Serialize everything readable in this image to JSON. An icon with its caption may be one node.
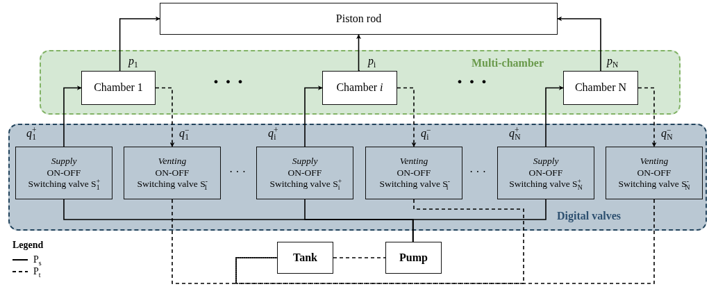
{
  "diagram": {
    "nodes": [
      {
        "text": [
          "Piston rod"
        ]
      },
      {
        "text": [
          "Multi-chamber"
        ]
      },
      {
        "text": [
          "Chamber 1"
        ],
        "in": 1
      },
      {
        "text": [
          "Chamber *i*"
        ],
        "in": 1
      },
      {
        "text": [
          "Chamber N"
        ],
        "in": 1
      },
      {
        "text": [
          "Digital valves"
        ]
      },
      {
        "text": [
          "Supply",
          "ON-OFF",
          "Switching valve S$^{+}$$_{1}$"
        ],
        "in": 5
      },
      {
        "text": [
          "Venting",
          "ON-OFF",
          "Switching valve S$^{-}$$_{1}$"
        ],
        "in": 5
      },
      {
        "text": [
          "Supply",
          "ON-OFF",
          "Switching valve S$^{+}$$_{i}$"
        ],
        "in": 5
      },
      {
        "text": [
          "Venting",
          "ON-OFF",
          "Switching valve S$^{-}$$_{i}$"
        ],
        "in": 5
      },
      {
        "text": [
          "Supply",
          "ON-OFF",
          "Switching valve S$^{+}$$_{N}$"
        ],
        "in": 5
      },
      {
        "text": [
          "Venting",
          "ON-OFF",
          "Switching valve S$^{-}$$_{N}$"
        ],
        "in": 5
      },
      {
        "text": [
          "Tank"
        ]
      },
      {
        "text": [
          "Pump"
        ]
      }
    ],
    "edges": [
      {
        "from": 2,
        "to": 0,
        "arrow": "to",
        "label": "*p*$_{1}$"
      },
      {
        "from": 3,
        "to": 0,
        "arrow": "to",
        "label": "*p*$_{i}$"
      },
      {
        "from": 4,
        "to": 0,
        "arrow": "to",
        "label": "*p*$_{N}$"
      },
      {
        "from": 6,
        "to": 2,
        "arrow": "to",
        "label": "*q*$^{+}$$_{1}$"
      },
      {
        "from": 8,
        "to": 3,
        "arrow": "to",
        "label": "*q*$^{+}$$_{i}$"
      },
      {
        "from": 10,
        "to": 4,
        "arrow": "to",
        "label": "*q*$^{+}$$_{N}$"
      },
      {
        "from": 2,
        "to": 7,
        "arrow": "to",
        "style": "dashed",
        "label": "*q*$^{−}$$_{1}$"
      },
      {
        "from": 3,
        "to": 9,
        "arrow": "to",
        "style": "dashed",
        "label": "*q*$^{−}$$_{i}$"
      },
      {
        "from": 4,
        "to": 11,
        "arrow": "to",
        "style": "dashed",
        "label": "*q*$^{−}$$_{N}$"
      },
      {
        "from": 13,
        "to": 6,
        "arrow": "none"
      },
      {
        "from": 13,
        "to": 8,
        "arrow": "none"
      },
      {
        "from": 13,
        "to": 10,
        "arrow": "none"
      },
      {
        "from": 7,
        "to": 12,
        "arrow": "none",
        "style": "dashed"
      },
      {
        "from": 9,
        "to": 12,
        "arrow": "none",
        "style": "dashed"
      },
      {
        "from": 11,
        "to": 12,
        "arrow": "none",
        "style": "dashed"
      },
      {
        "from": 12,
        "to": 13,
        "arrow": "none",
        "style": "dashed"
      }
    ],
    "labels": [
      "· · ·",
      "· · ·",
      "· · ·",
      "· · ·",
      "Legend"
    ],
    "legend": [
      {
        "text": "P$_{s}$"
      },
      {
        "text": "P$_{t}$"
      }
    ]
  }
}
